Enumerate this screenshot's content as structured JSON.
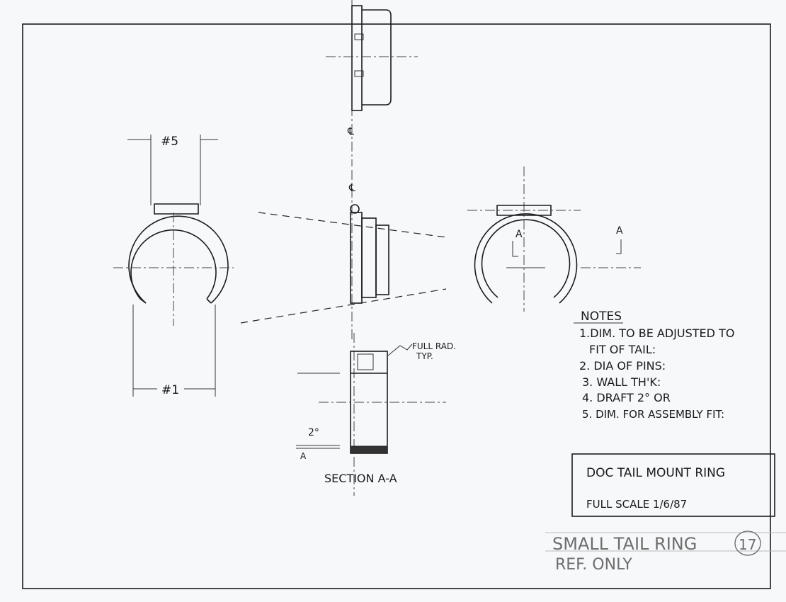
{
  "dimensions": {
    "width_label": "#5",
    "opening_label": "#1"
  },
  "centerline_symbol": "℄",
  "section_markers": {
    "left": "A",
    "right": "A",
    "angle_marker": "A"
  },
  "draft_angle": "2°",
  "callout": {
    "line1": "FULL RAD.",
    "line2": "TYP."
  },
  "section_title": "SECTION A-A",
  "notes": {
    "heading": "NOTES",
    "items": [
      "1.DIM. TO BE ADJUSTED TO",
      "FIT OF TAIL:",
      "2. DIA OF PINS:",
      "3. WALL TH'K:",
      "4. DRAFT  2° OR",
      "5. DIM. FOR ASSEMBLY FIT:"
    ]
  },
  "title_block": {
    "title": "DOC TAIL MOUNT RING",
    "scale_date": "FULL SCALE  1/6/87"
  },
  "pencil_note": {
    "line1": "SMALL TAIL RING",
    "number": "17",
    "line2": "REF. ONLY"
  }
}
